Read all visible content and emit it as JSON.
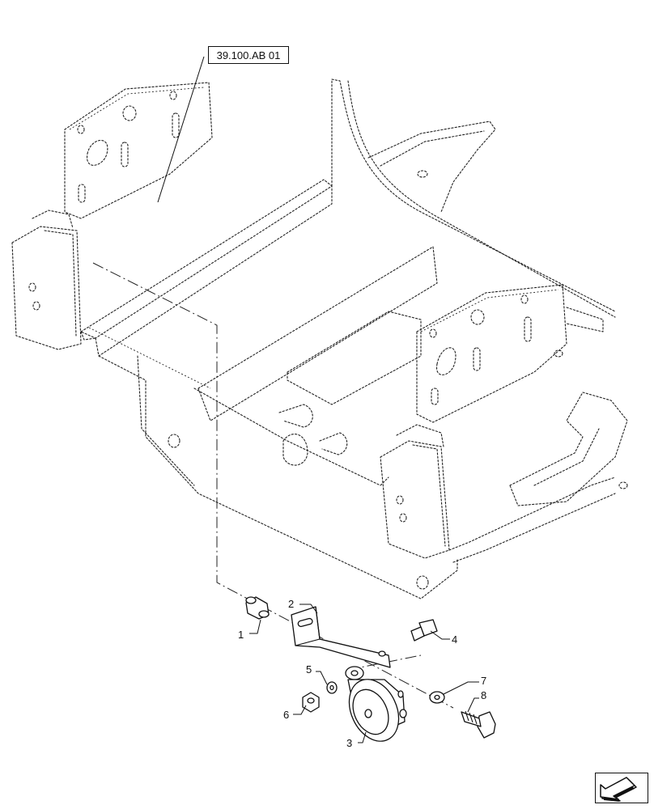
{
  "reference_label": "39.100.AB 01",
  "callouts": [
    "1",
    "2",
    "3",
    "4",
    "5",
    "6",
    "7",
    "8"
  ],
  "nav_icon": "arrow-back-icon"
}
